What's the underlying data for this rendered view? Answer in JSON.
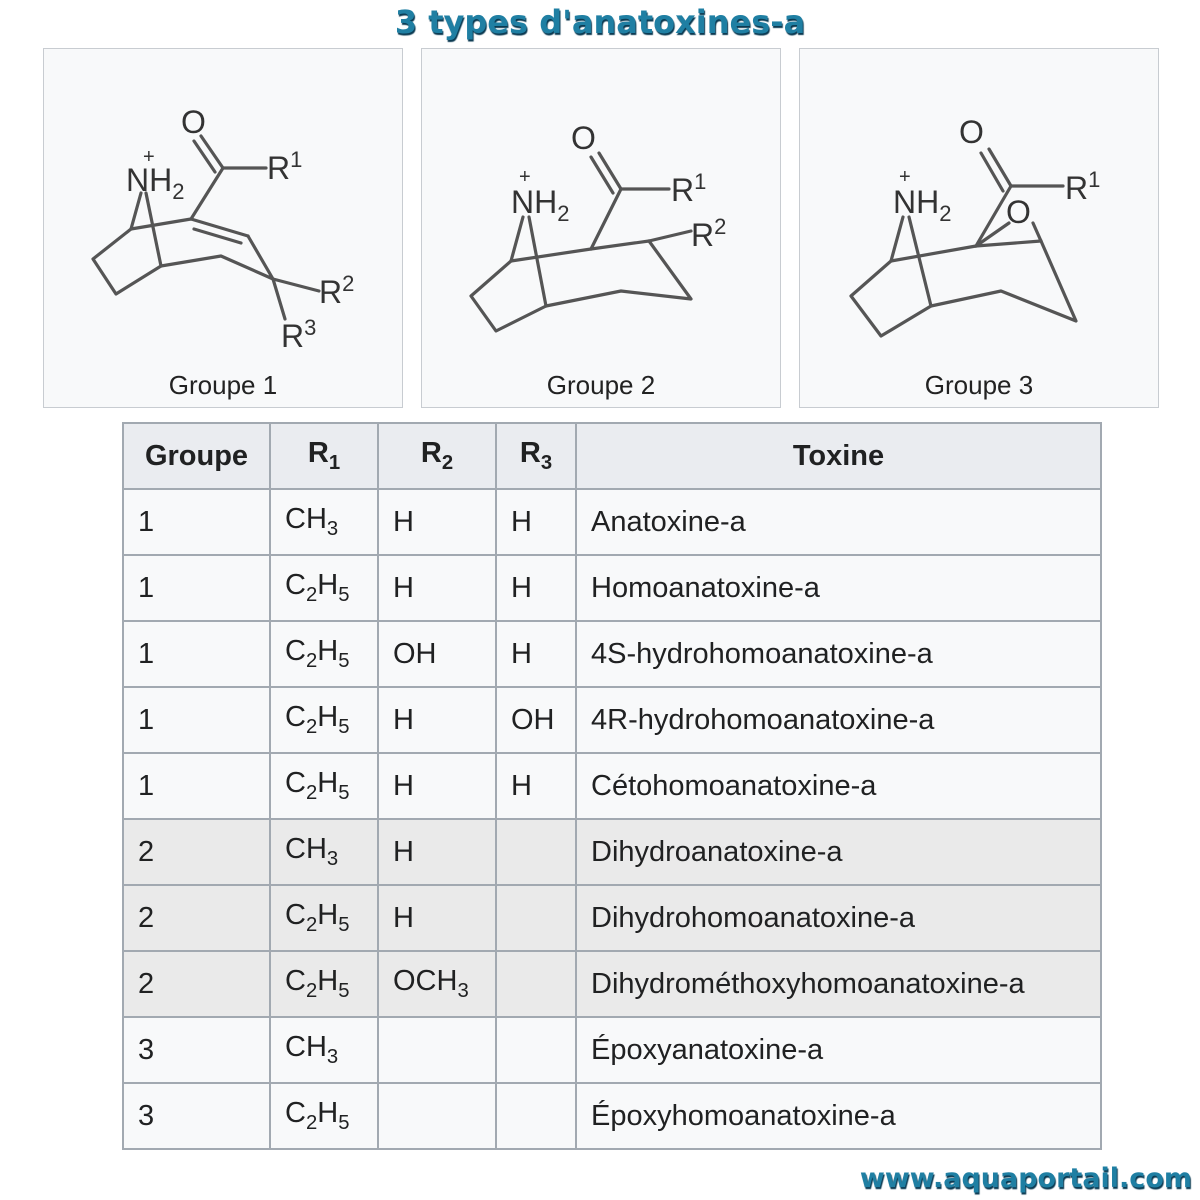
{
  "title": "3 types d'anatoxines-a",
  "structures": [
    {
      "caption": "Groupe 1",
      "n_label": "NH",
      "n_sub": "2",
      "charge": "+",
      "o_label": "O",
      "r1": "R",
      "r1_sup": "1",
      "r2": "R",
      "r2_sup": "2",
      "r3": "R",
      "r3_sup": "3"
    },
    {
      "caption": "Groupe 2",
      "n_label": "NH",
      "n_sub": "2",
      "charge": "+",
      "o_label": "O",
      "r1": "R",
      "r1_sup": "1",
      "r2": "R",
      "r2_sup": "2"
    },
    {
      "caption": "Groupe 3",
      "n_label": "NH",
      "n_sub": "2",
      "charge": "+",
      "o_label": "O",
      "r1": "R",
      "r1_sup": "1",
      "epoxide_o": "O"
    }
  ],
  "table": {
    "headers": [
      [
        "Groupe"
      ],
      [
        "R",
        "1"
      ],
      [
        "R",
        "2"
      ],
      [
        "R",
        "3"
      ],
      [
        "Toxine"
      ]
    ],
    "rows": [
      {
        "group": "1",
        "r1": [
          "CH",
          "3"
        ],
        "r2": [
          "H"
        ],
        "r3": [
          "H"
        ],
        "toxin": "Anatoxine-a"
      },
      {
        "group": "1",
        "r1": [
          "C",
          "2",
          "H",
          "5"
        ],
        "r2": [
          "H"
        ],
        "r3": [
          "H"
        ],
        "toxin": "Homoanatoxine-a"
      },
      {
        "group": "1",
        "r1": [
          "C",
          "2",
          "H",
          "5"
        ],
        "r2": [
          "OH"
        ],
        "r3": [
          "H"
        ],
        "toxin": "4S-hydrohomoanatoxine-a"
      },
      {
        "group": "1",
        "r1": [
          "C",
          "2",
          "H",
          "5"
        ],
        "r2": [
          "H"
        ],
        "r3": [
          "OH"
        ],
        "toxin": "4R-hydrohomoanatoxine-a"
      },
      {
        "group": "1",
        "r1": [
          "C",
          "2",
          "H",
          "5"
        ],
        "r2": [
          "H"
        ],
        "r3": [
          "H"
        ],
        "toxin": "Cétohomoanatoxine-a"
      },
      {
        "group": "2",
        "r1": [
          "CH",
          "3"
        ],
        "r2": [
          "H"
        ],
        "r3": [],
        "toxin": "Dihydroanatoxine-a"
      },
      {
        "group": "2",
        "r1": [
          "C",
          "2",
          "H",
          "5"
        ],
        "r2": [
          "H"
        ],
        "r3": [],
        "toxin": "Dihydrohomoanatoxine-a"
      },
      {
        "group": "2",
        "r1": [
          "C",
          "2",
          "H",
          "5"
        ],
        "r2": [
          "OCH",
          "3"
        ],
        "r3": [],
        "toxin": "Dihydrométhoxyhomoanatoxine-a"
      },
      {
        "group": "3",
        "r1": [
          "CH",
          "3"
        ],
        "r2": [],
        "r3": [],
        "toxin": "Époxyanatoxine-a"
      },
      {
        "group": "3",
        "r1": [
          "C",
          "2",
          "H",
          "5"
        ],
        "r2": [],
        "r3": [],
        "toxin": "Époxyhomoanatoxine-a"
      }
    ]
  },
  "watermark": "www.aquaportail.com"
}
